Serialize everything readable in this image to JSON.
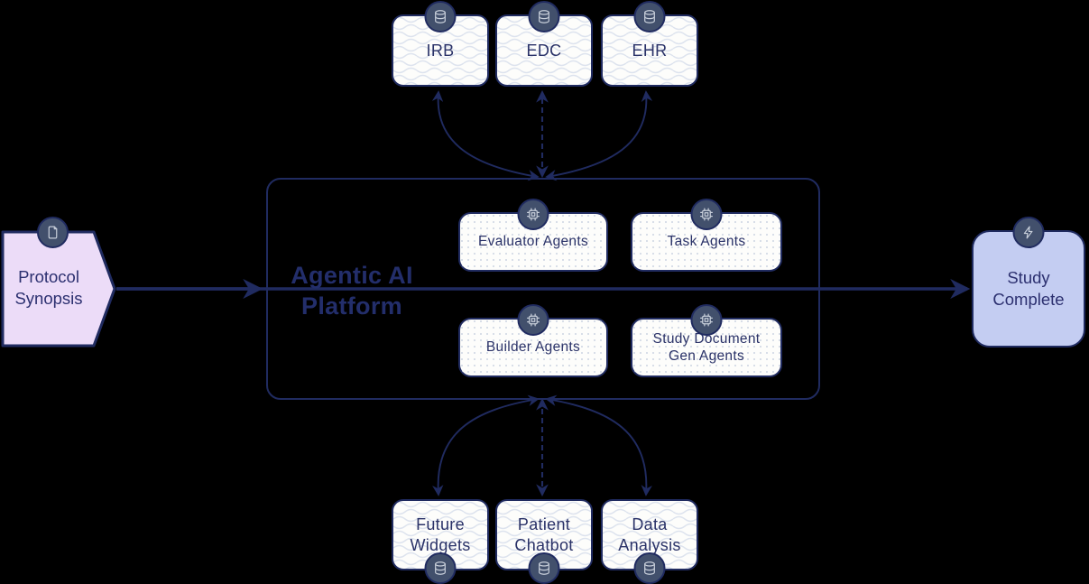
{
  "colors": {
    "background": "#000000",
    "accent_navy": "#202b60",
    "text_navy": "#2a3268",
    "badge_fill": "#42506c",
    "badge_icon": "#c7ced9",
    "input_fill": "#ecdcf8",
    "output_fill": "#c4cdf2",
    "box_fill": "#fdfdfb"
  },
  "input_node": {
    "label": "Protocol Synopsis",
    "icon": "document-icon"
  },
  "output_node": {
    "label": "Study Complete",
    "icon": "lightning-icon"
  },
  "platform": {
    "title": "Agentic AI Platform",
    "agents": [
      {
        "label": "Evaluator Agents",
        "icon": "cpu-icon"
      },
      {
        "label": "Task Agents",
        "icon": "cpu-icon"
      },
      {
        "label": "Builder Agents",
        "icon": "cpu-icon"
      },
      {
        "label": "Study Document Gen Agents",
        "icon": "cpu-icon"
      }
    ]
  },
  "top_systems": [
    {
      "label": "IRB",
      "icon": "database-icon"
    },
    {
      "label": "EDC",
      "icon": "database-icon"
    },
    {
      "label": "EHR",
      "icon": "database-icon"
    }
  ],
  "bottom_systems": [
    {
      "label": "Future Widgets",
      "icon": "database-icon"
    },
    {
      "label": "Patient Chatbot",
      "icon": "database-icon"
    },
    {
      "label": "Data Analysis",
      "icon": "database-icon"
    }
  ],
  "connections": [
    {
      "from": "Protocol Synopsis",
      "to": "Agentic AI Platform",
      "style": "solid-arrow"
    },
    {
      "from": "Agentic AI Platform",
      "to": "Study Complete",
      "style": "solid-arrow"
    },
    {
      "from": "Agentic AI Platform",
      "to": "IRB",
      "style": "curved-double-arrow"
    },
    {
      "from": "Agentic AI Platform",
      "to": "EDC",
      "style": "dashed-double-arrow"
    },
    {
      "from": "Agentic AI Platform",
      "to": "EHR",
      "style": "curved-double-arrow"
    },
    {
      "from": "Agentic AI Platform",
      "to": "Future Widgets",
      "style": "curved-double-arrow"
    },
    {
      "from": "Agentic AI Platform",
      "to": "Patient Chatbot",
      "style": "dashed-double-arrow"
    },
    {
      "from": "Agentic AI Platform",
      "to": "Data Analysis",
      "style": "curved-double-arrow"
    }
  ]
}
